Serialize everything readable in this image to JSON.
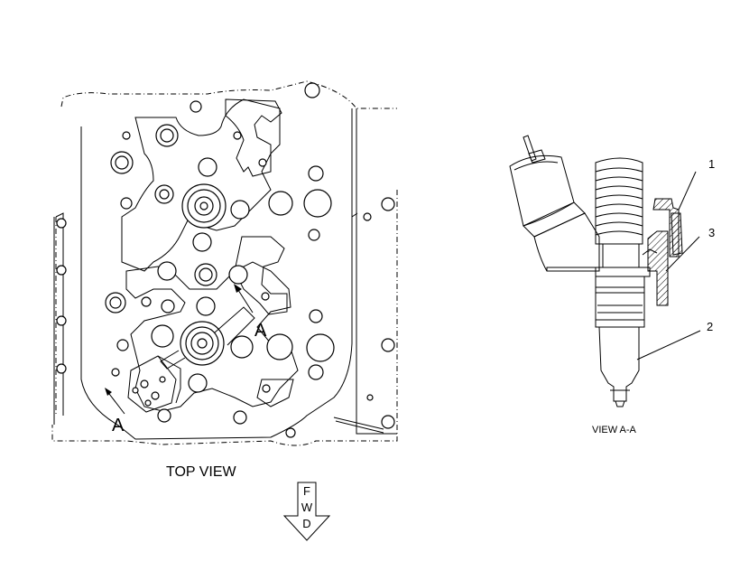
{
  "top_view": {
    "caption": "TOP VIEW",
    "section_marker_lower": "A",
    "section_marker_upper": "A"
  },
  "section_view": {
    "caption": "VIEW A-A",
    "callouts": [
      "1",
      "3",
      "2"
    ]
  },
  "direction_arrow": {
    "letters": [
      "F",
      "W",
      "D"
    ]
  }
}
